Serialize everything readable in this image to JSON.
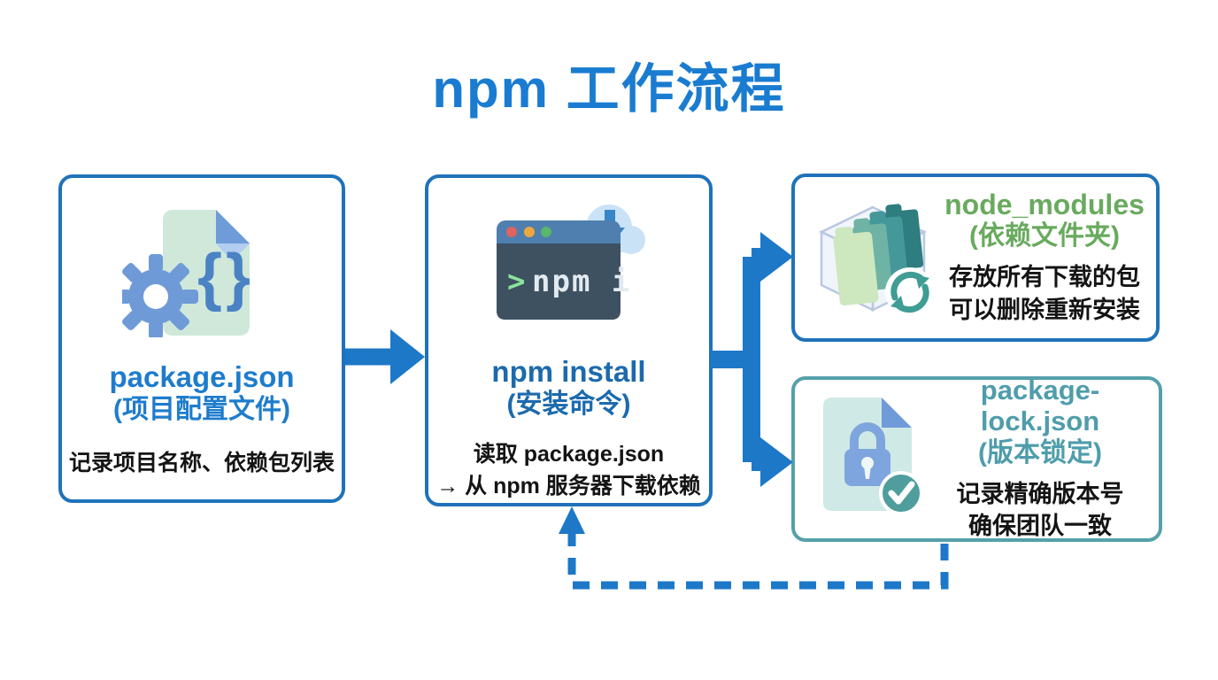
{
  "title": "npm 工作流程",
  "boxes": {
    "package_json": {
      "name": "package.json",
      "subtitle": "(项目配置文件)",
      "desc_lines": [
        "记录项目名称、依赖包列表"
      ],
      "icon": "json-file-gear-icon"
    },
    "npm_install": {
      "name": "npm install",
      "subtitle": "(安装命令)",
      "desc_lines": [
        "读取 package.json",
        "→ 从 npm 服务器下载依赖"
      ],
      "icon": "terminal-cloud-download-icon"
    },
    "node_modules": {
      "name": "node_modules",
      "subtitle": "(依赖文件夹)",
      "desc_lines": [
        "存放所有下载的包",
        "可以删除重新安装"
      ],
      "icon": "folders-cube-refresh-icon"
    },
    "package_lock": {
      "name": "package-lock.json",
      "subtitle": "(版本锁定)",
      "desc_lines": [
        "记录精确版本号",
        "确保团队一致"
      ],
      "icon": "lock-file-check-icon"
    }
  },
  "terminal": {
    "prompt": ">",
    "command": "npm i"
  },
  "arrows": {
    "package_to_install": "solid",
    "install_to_node_modules": "solid",
    "install_to_package_lock": "solid",
    "lock_feedback_to_install": "dashed"
  },
  "colors": {
    "title_blue": "#1a7cd0",
    "box_border_blue": "#1f72ba",
    "box_border_teal": "#55a0ab",
    "arrow_blue": "#1d78c8",
    "name_blue": "#1e7ccc",
    "name_blue_dark": "#1c6aad",
    "name_green": "#69aa5e",
    "name_teal": "#4f9dab",
    "text_black": "#141414"
  }
}
